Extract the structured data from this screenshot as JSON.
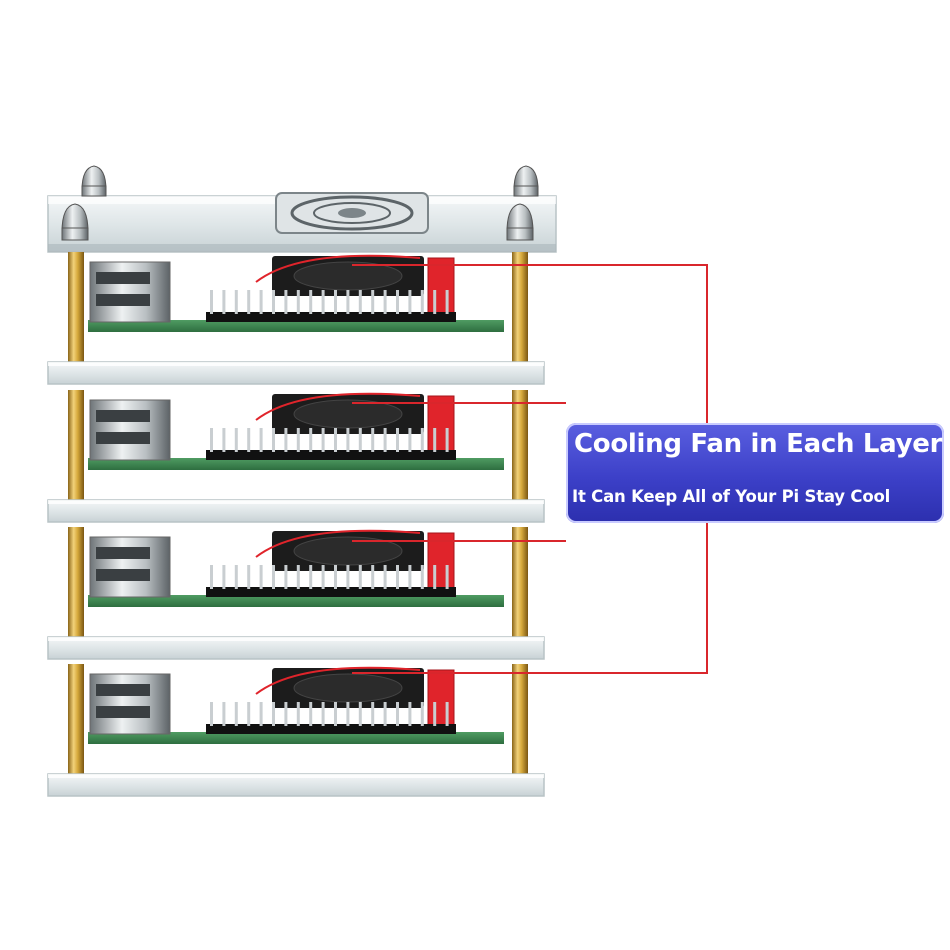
{
  "callout": {
    "headline": "Cooling Fan in Each Layer",
    "subline": "It Can Keep All of Your Pi Stay Cool"
  },
  "colors": {
    "callout_bg": "#3c40c8",
    "callout_text": "#ffffff",
    "pointer_lines": "#d9262c",
    "brass_standoff": "#c9a03a",
    "pcb_green": "#3d8a52",
    "fan_black": "#1c1c1c",
    "fan_wire_red": "#e0242b"
  },
  "icons": [
    "acorn-nut-icon",
    "cooling-fan-icon",
    "usb-port-icon",
    "gpio-header-icon"
  ],
  "layers": [
    {
      "name": "layer-1"
    },
    {
      "name": "layer-2"
    },
    {
      "name": "layer-3"
    },
    {
      "name": "layer-4"
    }
  ]
}
